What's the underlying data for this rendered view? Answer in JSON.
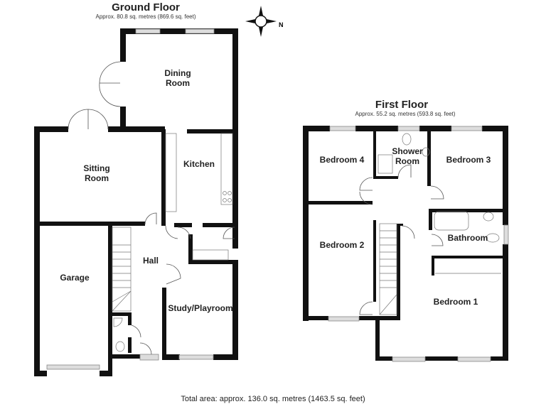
{
  "ground_floor": {
    "title": "Ground Floor",
    "area": "Approx. 80.8 sq. metres (869.6 sq. feet)",
    "rooms": {
      "dining": [
        "Dining",
        "Room"
      ],
      "sitting": [
        "Sitting",
        "Room"
      ],
      "kitchen": "Kitchen",
      "hall": "Hall",
      "garage": "Garage",
      "study": "Study/Playroom"
    }
  },
  "first_floor": {
    "title": "First Floor",
    "area": "Approx. 55.2 sq. metres (593.8 sq. feet)",
    "rooms": {
      "bedroom4": "Bedroom 4",
      "shower": [
        "Shower",
        "Room"
      ],
      "bedroom3": "Bedroom 3",
      "bedroom2": "Bedroom 2",
      "bathroom": "Bathroom",
      "bedroom1": "Bedroom 1"
    }
  },
  "compass": {
    "label": "N"
  },
  "total_area": "Total area: approx. 136.0 sq. metres (1463.5 sq. feet)",
  "colors": {
    "wall": "#111111",
    "window": "#dddddd",
    "text": "#222222"
  }
}
